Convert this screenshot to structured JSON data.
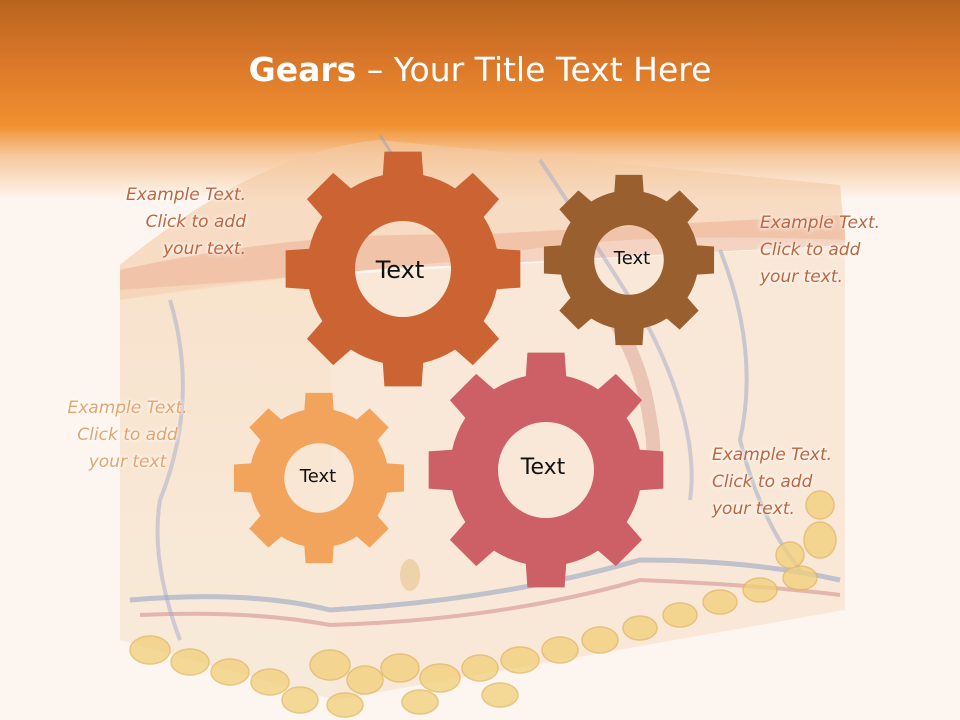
{
  "slide": {
    "title_bold": "Gears",
    "title_rest": " – Your Title Text Here"
  },
  "texts": {
    "top_left": "Example Text.\nClick  to add\nyour text.",
    "top_right": "Example Text.\nClick  to add\nyour text.",
    "mid_left": "Example Text.\nClick  to add\nyour text",
    "bottom_right": "Example Text.\nClick  to add\nyour text."
  },
  "gears": [
    {
      "label": "Text",
      "color": "#cc6333"
    },
    {
      "label": "Text",
      "color": "#9a5f2f"
    },
    {
      "label": "Text",
      "color": "#f2a35c"
    },
    {
      "label": "Text",
      "color": "#cc6066"
    }
  ],
  "colors": {
    "header": "#f0902f",
    "background": "#fdf6f0",
    "example_text": "#c0653f"
  }
}
